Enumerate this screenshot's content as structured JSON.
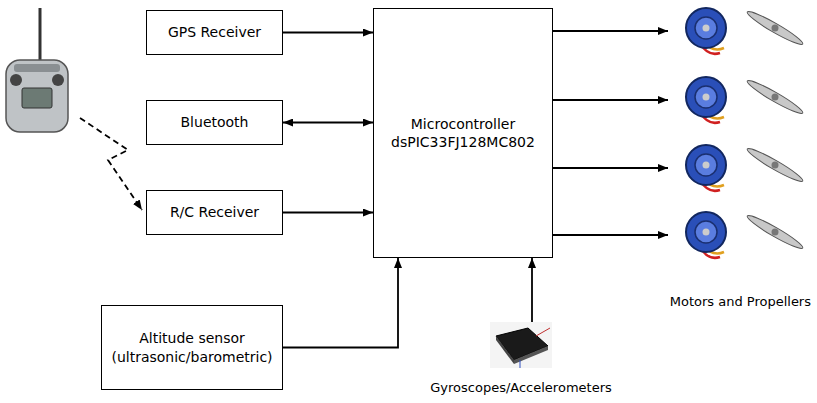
{
  "diagram": {
    "nodes": [
      {
        "text": [
          "GPS Receiver"
        ]
      },
      {
        "text": [
          "Microcontroller dsPIC33FJ128MC802"
        ]
      },
      {
        "text": [
          "Bluetooth"
        ]
      },
      {
        "text": [
          "R/C Receiver"
        ]
      },
      {
        "text": [
          "Altitude sensor (ultrasonic/barometric)"
        ]
      },
      {
        "text": [
          "Gyroscopes/Accelerometers"
        ]
      }
    ],
    "edges": [
      {
        "from": 0,
        "to": 1,
        "arrow": "to"
      },
      {
        "from": 2,
        "to": 1,
        "arrow": "both"
      },
      {
        "from": 3,
        "to": 1,
        "arrow": "to"
      },
      {
        "from": 4,
        "to": 1,
        "arrow": "to"
      },
      {
        "from": 5,
        "to": 1,
        "arrow": "to"
      }
    ],
    "labels": [
      "Motors and Propellers"
    ]
  }
}
